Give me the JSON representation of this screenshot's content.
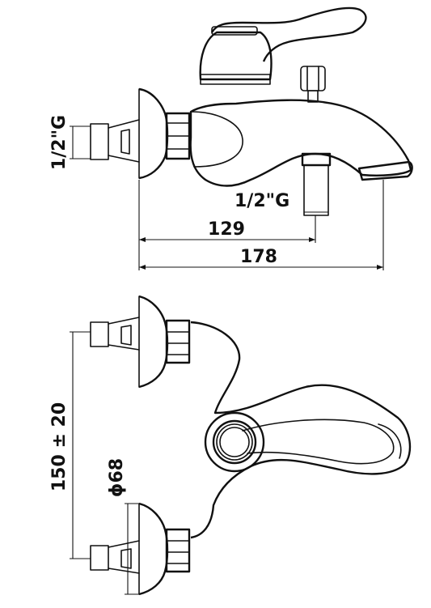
{
  "views": {
    "side": {
      "inlet_thread": "1/2\"G",
      "outlet_thread": "1/2\"G",
      "depth_to_outlet": "129",
      "overall_depth": "178"
    },
    "top": {
      "centre_distance": "150 ± 20",
      "escutcheon_diameter": "ϕ68"
    }
  }
}
